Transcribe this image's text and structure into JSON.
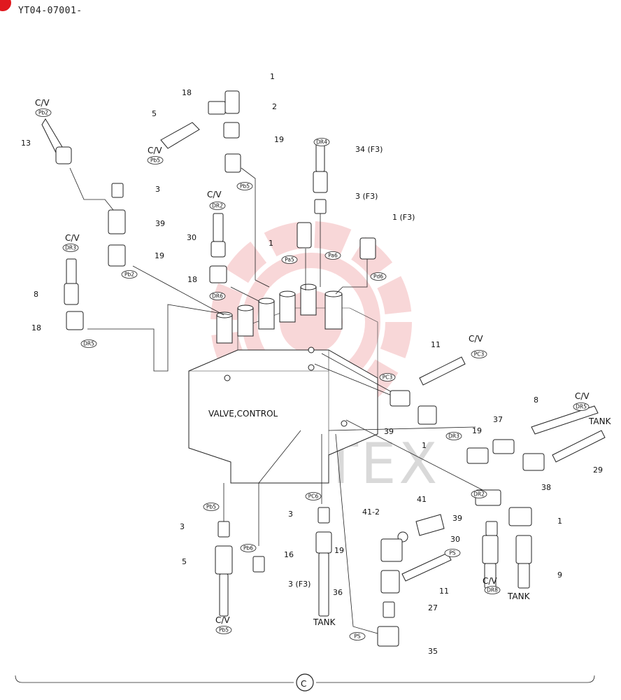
{
  "header": {
    "code": "YT04-07001-"
  },
  "main_label": "VALVE,CONTROL",
  "watermark": "ИНТЕХ",
  "footer": {
    "section": "C"
  },
  "colors": {
    "accent": "#e0191f",
    "watermark": "#f4b7ba",
    "line": "#222222"
  },
  "labels": [
    {
      "id": "n1a",
      "text": "1"
    },
    {
      "id": "n18a",
      "text": "18"
    },
    {
      "id": "n2",
      "text": "2"
    },
    {
      "id": "n5a",
      "text": "5"
    },
    {
      "id": "cv1",
      "text": "C/V"
    },
    {
      "id": "n19a",
      "text": "19"
    },
    {
      "id": "cv2",
      "text": "C/V"
    },
    {
      "id": "n13",
      "text": "13"
    },
    {
      "id": "n3a",
      "text": "3"
    },
    {
      "id": "n39a",
      "text": "39"
    },
    {
      "id": "n19b",
      "text": "19"
    },
    {
      "id": "cv3",
      "text": "C/V"
    },
    {
      "id": "n30a",
      "text": "30"
    },
    {
      "id": "n18b",
      "text": "18"
    },
    {
      "id": "cv4",
      "text": "C/V"
    },
    {
      "id": "n8a",
      "text": "8"
    },
    {
      "id": "n18c",
      "text": "18"
    },
    {
      "id": "n34",
      "text": "34 (F3)"
    },
    {
      "id": "n3b",
      "text": "3 (F3)"
    },
    {
      "id": "n1b",
      "text": "1 (F3)"
    },
    {
      "id": "n1c",
      "text": "1"
    },
    {
      "id": "n11a",
      "text": "11"
    },
    {
      "id": "cv5",
      "text": "C/V"
    },
    {
      "id": "n8b",
      "text": "8"
    },
    {
      "id": "cv6",
      "text": "C/V"
    },
    {
      "id": "tank1",
      "text": "TANK"
    },
    {
      "id": "n39b",
      "text": "39"
    },
    {
      "id": "n1d",
      "text": "1"
    },
    {
      "id": "n19c",
      "text": "19"
    },
    {
      "id": "n37",
      "text": "37"
    },
    {
      "id": "n38",
      "text": "38"
    },
    {
      "id": "n29",
      "text": "29"
    },
    {
      "id": "n41",
      "text": "41"
    },
    {
      "id": "n412",
      "text": "41-2"
    },
    {
      "id": "n39c",
      "text": "39"
    },
    {
      "id": "n1e",
      "text": "1"
    },
    {
      "id": "n3c",
      "text": "3"
    },
    {
      "id": "n5b",
      "text": "5"
    },
    {
      "id": "n3d",
      "text": "3"
    },
    {
      "id": "n16",
      "text": "16"
    },
    {
      "id": "n3e",
      "text": "3 (F3)"
    },
    {
      "id": "n19d",
      "text": "19"
    },
    {
      "id": "n11b",
      "text": "11"
    },
    {
      "id": "n36",
      "text": "36"
    },
    {
      "id": "n27",
      "text": "27"
    },
    {
      "id": "n35",
      "text": "35"
    },
    {
      "id": "n30b",
      "text": "30"
    },
    {
      "id": "n9",
      "text": "9"
    },
    {
      "id": "cv7",
      "text": "C/V"
    },
    {
      "id": "tank2",
      "text": "TANK"
    },
    {
      "id": "tank3",
      "text": "TANK"
    },
    {
      "id": "cv8",
      "text": "C/V"
    }
  ],
  "port_tags": [
    {
      "id": "t_pb2a",
      "text": "Pb2"
    },
    {
      "id": "t_pb5a",
      "text": "Pb5"
    },
    {
      "id": "t_pb5b",
      "text": "Pb5"
    },
    {
      "id": "t_dr2a",
      "text": "DR2"
    },
    {
      "id": "t_dr3a",
      "text": "DR3"
    },
    {
      "id": "t_pb2b",
      "text": "Pb2"
    },
    {
      "id": "t_dr6",
      "text": "DR6"
    },
    {
      "id": "t_dr5a",
      "text": "DR5"
    },
    {
      "id": "t_dr4",
      "text": "DR4"
    },
    {
      "id": "t_pa5",
      "text": "Pa5"
    },
    {
      "id": "t_pa6",
      "text": "Pa6"
    },
    {
      "id": "t_pd6",
      "text": "Pd6"
    },
    {
      "id": "t_pc3a",
      "text": "PC3"
    },
    {
      "id": "t_pc3b",
      "text": "PC3"
    },
    {
      "id": "t_dr5b",
      "text": "DR5"
    },
    {
      "id": "t_dr3b",
      "text": "DR3"
    },
    {
      "id": "t_dr2b",
      "text": "DR2"
    },
    {
      "id": "t_pb5c",
      "text": "Pb5"
    },
    {
      "id": "t_pc6",
      "text": "PC6"
    },
    {
      "id": "t_pb6",
      "text": "Pb6"
    },
    {
      "id": "t_ps1",
      "text": "PS"
    },
    {
      "id": "t_ps2",
      "text": "PS"
    },
    {
      "id": "t_dr8",
      "text": "DR8"
    },
    {
      "id": "t_pb5d",
      "text": "Pb5"
    }
  ]
}
